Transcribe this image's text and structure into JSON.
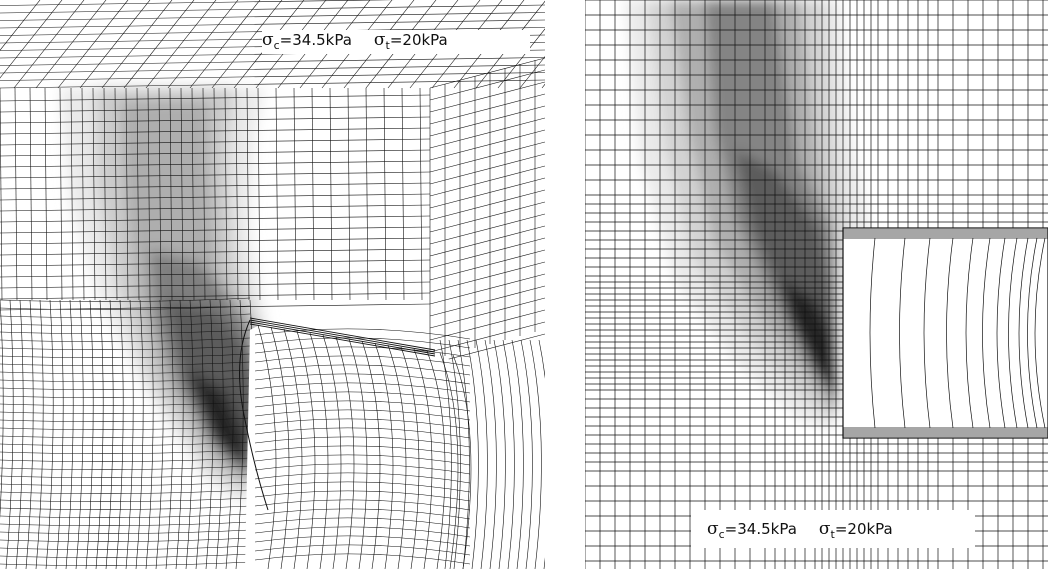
{
  "panels": [
    {
      "id": "left",
      "view": "3d-cutaway",
      "label": {
        "sigma_c": {
          "symbol": "σ",
          "sub": "c",
          "value": "=34.5kPa"
        },
        "sigma_t": {
          "symbol": "σ",
          "sub": "t",
          "value": "=20kPa"
        }
      }
    },
    {
      "id": "right",
      "view": "2d-section",
      "label": {
        "sigma_c": {
          "symbol": "σ",
          "sub": "c",
          "value": "=34.5kPa"
        },
        "sigma_t": {
          "symbol": "σ",
          "sub": "t",
          "value": "=20kPa"
        }
      }
    }
  ],
  "colors": {
    "mesh_line": "#111111",
    "contour_light": "#e6e6e6",
    "contour_mid": "#a9a9a9",
    "contour_dark": "#555555",
    "contour_darkest": "#1e1e1e",
    "background": "#ffffff"
  }
}
